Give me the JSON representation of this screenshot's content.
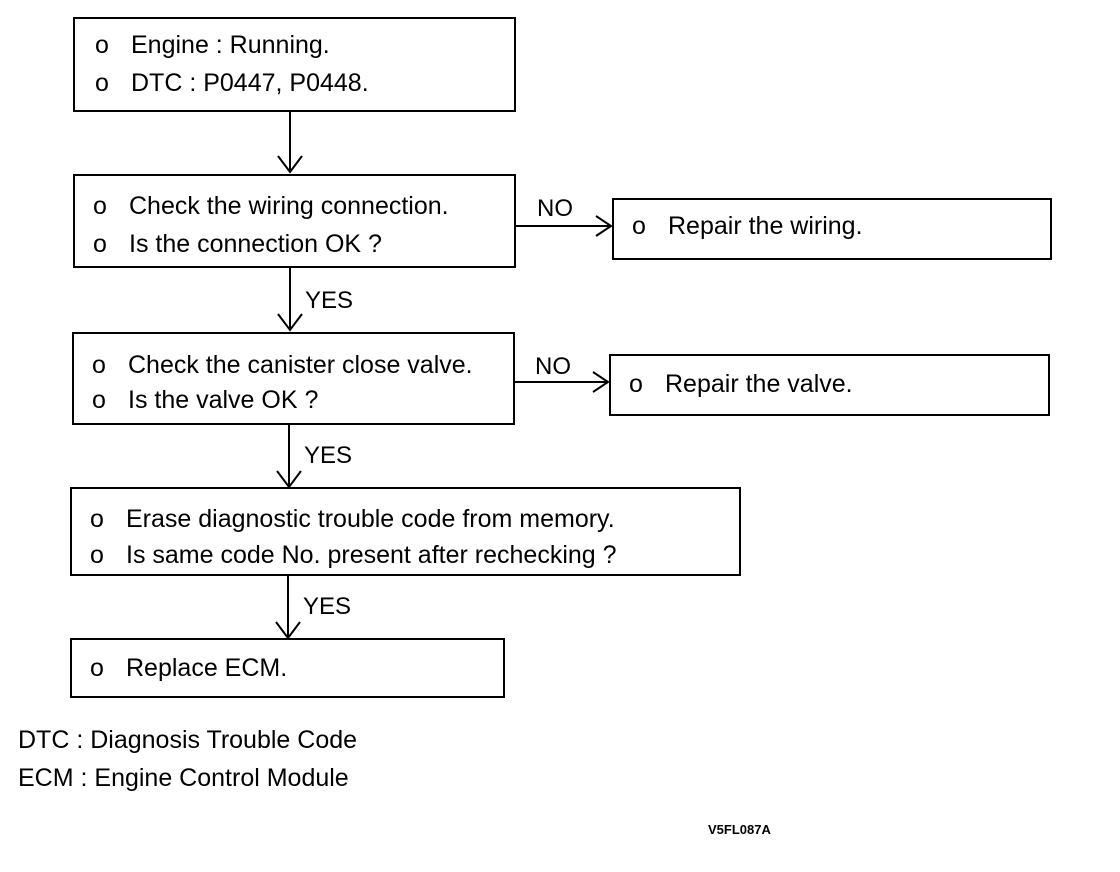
{
  "bullet": "o",
  "boxes": {
    "start": {
      "lines": [
        "Engine : Running.",
        "DTC : P0447, P0448."
      ]
    },
    "wiring_check": {
      "lines": [
        "Check the wiring connection.",
        "Is the connection OK ?"
      ]
    },
    "repair_wiring": {
      "lines": [
        "Repair the wiring."
      ]
    },
    "valve_check": {
      "lines": [
        "Check the canister close valve.",
        "Is the valve OK ?"
      ]
    },
    "repair_valve": {
      "lines": [
        "Repair the valve."
      ]
    },
    "erase_dtc": {
      "lines": [
        "Erase diagnostic trouble code from memory.",
        "Is same code No. present after rechecking ?"
      ]
    },
    "replace_ecm": {
      "lines": [
        "Replace ECM."
      ]
    }
  },
  "edge_labels": {
    "wiring_no": "NO",
    "wiring_yes": "YES",
    "valve_no": "NO",
    "valve_yes": "YES",
    "erase_yes": "YES"
  },
  "legend": [
    "DTC : Diagnosis Trouble Code",
    "ECM : Engine Control Module"
  ],
  "figure_code": "V5FL087A"
}
